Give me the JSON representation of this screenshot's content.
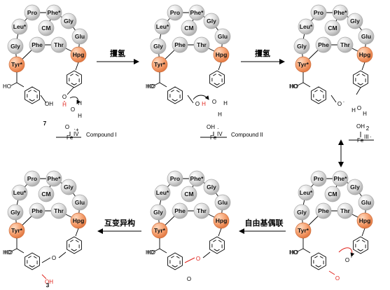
{
  "scheme": {
    "beads": [
      "Pro",
      "Phe*",
      "Leu*",
      "Gly",
      "Glu",
      "CM",
      "Gly",
      "Phe",
      "Thr",
      "Tyr*",
      "Hpg"
    ],
    "steps": [
      {
        "label": "攫氢"
      },
      {
        "label": "攫氢"
      },
      {
        "label": "自由基偶联"
      },
      {
        "label": "互变异构"
      }
    ],
    "panels": [
      {
        "id": "p1",
        "compound_number": "7",
        "iron_label": "Compound I",
        "atoms": [
          "HO",
          "OH",
          "O",
          "H",
          "O",
          "H",
          "H",
          "O",
          "Fe",
          "IV",
          "+",
          "·"
        ]
      },
      {
        "id": "p2",
        "iron_label": "Compound II",
        "atoms": [
          "HO",
          "O",
          "H",
          "O",
          "H",
          "H",
          "OH",
          "Fe",
          "IV",
          "·"
        ]
      },
      {
        "id": "p3",
        "atoms": [
          "HO",
          "O",
          "·",
          "H",
          "O",
          "H",
          "OH",
          "2",
          "Fe",
          "III",
          "·"
        ]
      },
      {
        "id": "p4",
        "atoms": [
          "HO",
          "O",
          "·",
          "O"
        ]
      },
      {
        "id": "p5",
        "atoms": [
          "HO",
          "O",
          "O"
        ]
      },
      {
        "id": "p6",
        "compound_number": "3",
        "atoms": [
          "HO",
          "O",
          "OH"
        ]
      }
    ]
  }
}
